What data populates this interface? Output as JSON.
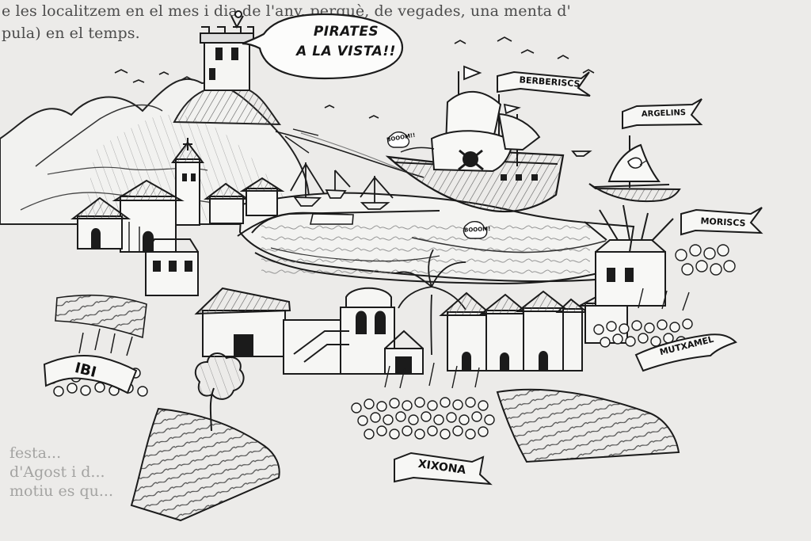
{
  "page_text": {
    "top_lines": [
      "e les localitzem en el mes i dia de l'any, perquè, de vegades, una menta d'",
      "pula) en el temps."
    ],
    "bottom_lines": [
      "festa...",
      "d'Agost i d...",
      "motiu es qu..."
    ]
  },
  "speech_bubble": {
    "lines": [
      "PIRATES",
      "A LA VISTA!!"
    ]
  },
  "banners": {
    "berberiscs": "BERBERISCS",
    "argelins": "ARGELINS",
    "moriscs": "MORISCS",
    "ibi": "IBI",
    "mutxamel": "MUTXAMEL",
    "xixona": "XIXONA"
  },
  "sounds": {
    "boom_1": "BOOOM!!",
    "boom_2": "BOOOM!"
  },
  "colors": {
    "paper": "#ecebe9",
    "ink": "#1b1b1b",
    "shade": "#b8b8b8"
  }
}
